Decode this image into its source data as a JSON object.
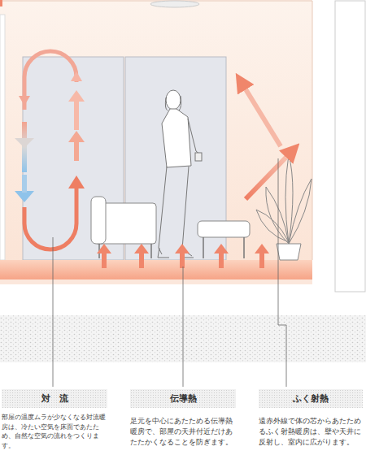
{
  "diagram": {
    "nodes": [
      {
        "text": [
          "対　流",
          "部屋の温度ムラが少なくなる対流暖房は、冷たい空気を床面であたため、自然な空気の流れをつくります。"
        ]
      },
      {
        "text": [
          "伝導熱",
          "足元を中心にあたためる伝導熱暖房で、部屋の天井付近だけあたたかくなることを防ぎます。"
        ]
      },
      {
        "text": [
          "ふく射熱",
          "遠赤外線で体の芯からあたためるふく射熱暖房は、壁や天井に反射し、室内に広がります。"
        ]
      }
    ]
  }
}
